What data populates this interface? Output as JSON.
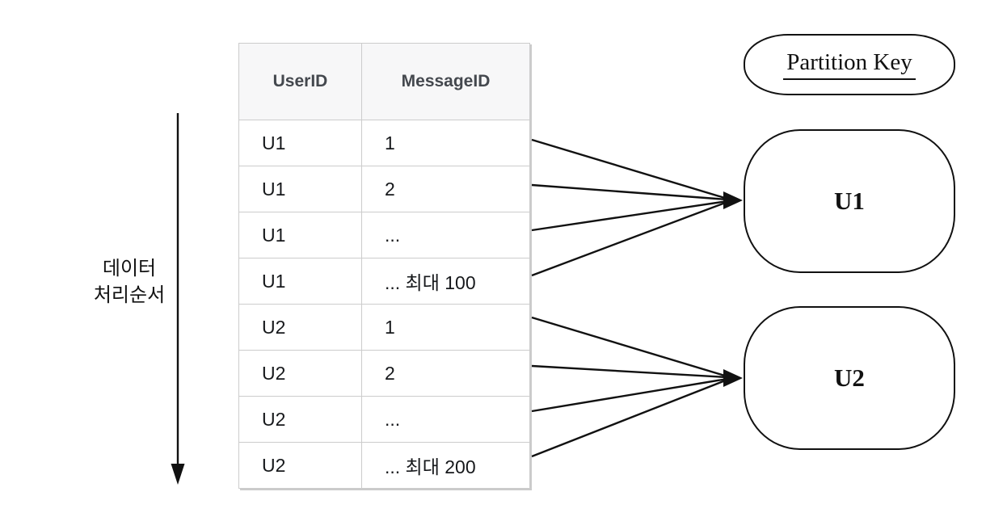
{
  "flow_label": {
    "line1": "데이터",
    "line2": "처리순서"
  },
  "table": {
    "headers": [
      "UserID",
      "MessageID"
    ],
    "rows": [
      [
        "U1",
        "1"
      ],
      [
        "U1",
        "2"
      ],
      [
        "U1",
        "..."
      ],
      [
        "U1",
        "... 최대 100"
      ],
      [
        "U2",
        "1"
      ],
      [
        "U2",
        "2"
      ],
      [
        "U2",
        "..."
      ],
      [
        "U2",
        "... 최대 200"
      ]
    ]
  },
  "partition": {
    "title": "Partition Key",
    "nodes": [
      {
        "label": "U1"
      },
      {
        "label": "U2"
      }
    ]
  },
  "icons": {
    "flow_direction_arrow": "down-arrow-icon",
    "fan_in_arrows": "right-arrowhead-icon"
  },
  "colors": {
    "bg": "#ffffff",
    "line": "#111111",
    "header-bg": "#f7f7f8",
    "header-text": "#44484e",
    "cell-text": "#16181b",
    "table-border": "#cccccc",
    "table-border-outer": "#c2c2c2"
  }
}
